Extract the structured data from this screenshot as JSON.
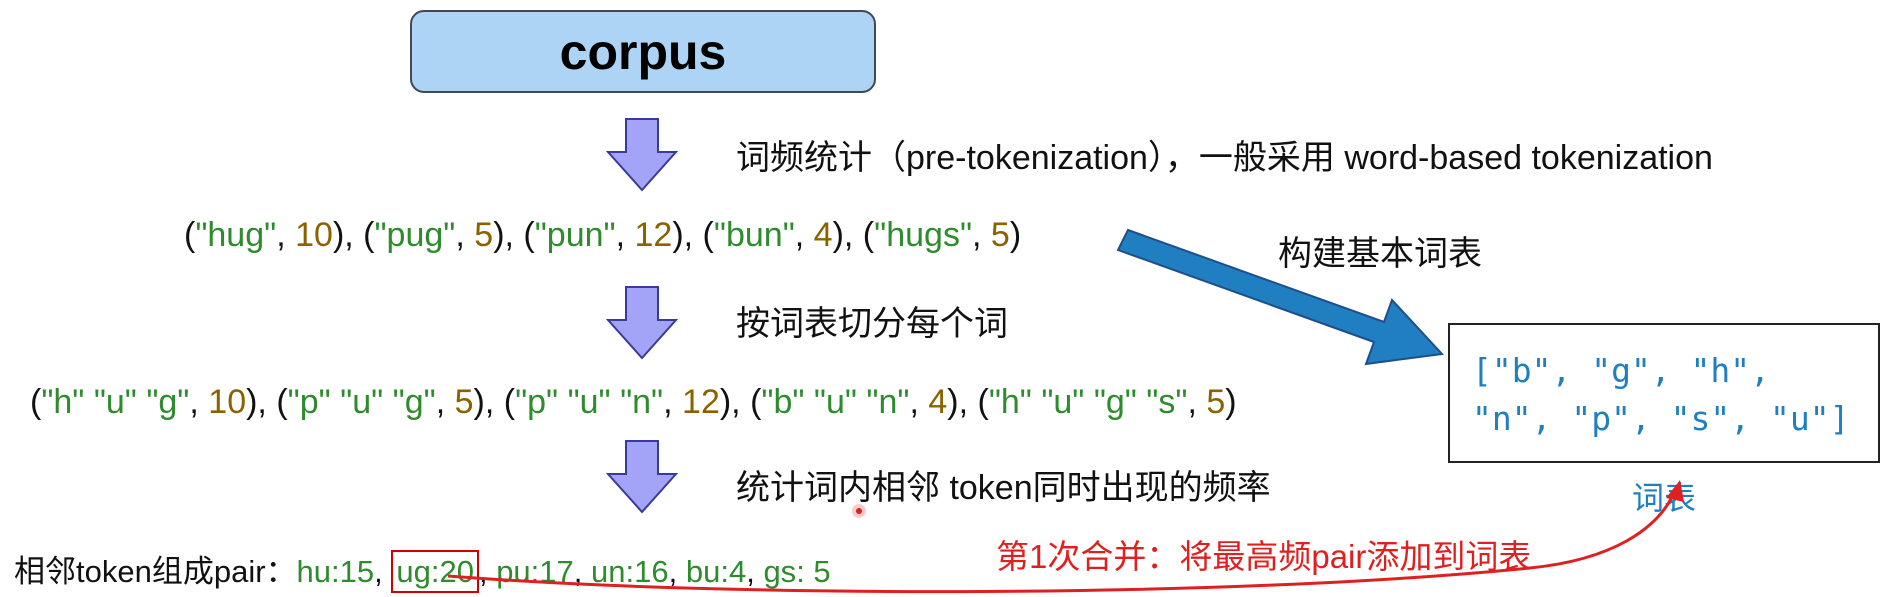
{
  "corpus_label": "corpus",
  "step_notes": {
    "pretokenize": "词频统计（pre-tokenization），一般采用 word-based tokenization",
    "split": "按词表切分每个词",
    "count_pairs": "统计词内相邻 token同时出现的频率"
  },
  "build_vocab_label": "构建基本词表",
  "word_freqs": [
    {
      "word": "\"hug\"",
      "count": "10"
    },
    {
      "word": "\"pug\"",
      "count": "5"
    },
    {
      "word": "\"pun\"",
      "count": "12"
    },
    {
      "word": "\"bun\"",
      "count": "4"
    },
    {
      "word": "\"hugs\"",
      "count": "5"
    }
  ],
  "split_words": [
    {
      "tokens": "\"h\" \"u\" \"g\"",
      "count": "10"
    },
    {
      "tokens": "\"p\" \"u\" \"g\"",
      "count": "5"
    },
    {
      "tokens": "\"p\" \"u\" \"n\"",
      "count": "12"
    },
    {
      "tokens": "\"b\" \"u\" \"n\"",
      "count": "4"
    },
    {
      "tokens": "\"h\" \"u\" \"g\" \"s\"",
      "count": "5"
    }
  ],
  "pairs_label": "相邻token组成pair：",
  "pairs": [
    {
      "pair": "hu",
      "count": "15"
    },
    {
      "pair": "ug",
      "count": "20"
    },
    {
      "pair": "pu",
      "count": "17"
    },
    {
      "pair": "un",
      "count": "16"
    },
    {
      "pair": "bu",
      "count": "4"
    },
    {
      "pair": "gs",
      "count": "5"
    }
  ],
  "vocab_lines": [
    "[\"b\", \"g\", \"h\",",
    "\"n\", \"p\", \"s\", \"u\"]"
  ],
  "vocab_caption": "词表",
  "merge_note": "第1次合并：将最高频pair添加到词表",
  "colors": {
    "corpus_fill": "#aed4f5",
    "down_arrow": "#a3a3f7",
    "big_arrow": "#1f7fc0",
    "string": "#2e8b2e",
    "number": "#8b6200",
    "vocab_text": "#1f7fc0",
    "highlight": "#d40000"
  }
}
